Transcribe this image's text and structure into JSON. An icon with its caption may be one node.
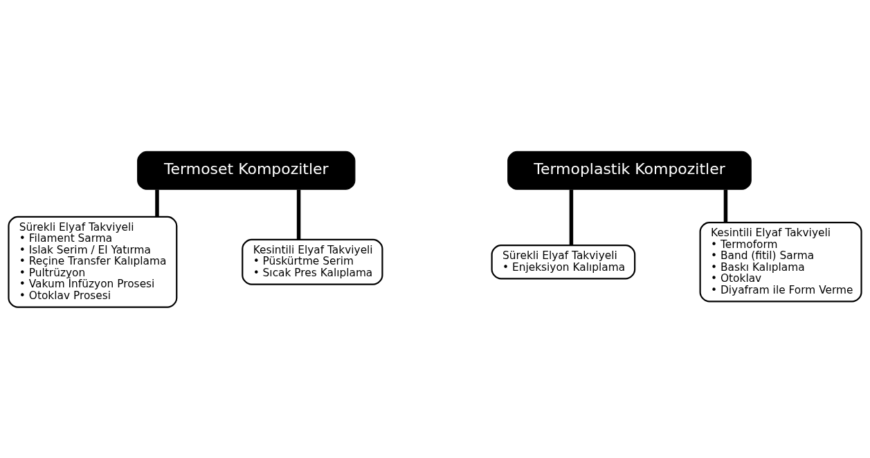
{
  "diagram": {
    "nodes": [
      {
        "text": [
          "Termoset Kompozitler"
        ]
      },
      {
        "text": [
          "Sürekli Elyaf Takviyeli",
          "• Filament Sarma",
          "• Islak Serim / El Yatırma",
          "• Reçine Transfer Kalıplama",
          "• Pultrüzyon",
          "• Vakum İnfüzyon Prosesi",
          "• Otoklav Prosesi"
        ]
      },
      {
        "text": [
          "Kesintili Elyaf Takviyeli",
          "• Püskürtme Serim",
          "• Sıcak Pres Kalıplama"
        ]
      },
      {
        "text": [
          "Termoplastik Kompozitler"
        ]
      },
      {
        "text": [
          "Sürekli Elyaf Takviyeli",
          "• Enjeksiyon Kalıplama"
        ]
      },
      {
        "text": [
          "Kesintili Elyaf Takviyeli",
          "• Termoform",
          "• Band (fitil) Sarma",
          "• Baskı Kalıplama",
          "• Otoklav",
          "• Diyafram ile Form Verme"
        ]
      }
    ],
    "edges": [
      {
        "from": 0,
        "to": 1,
        "arrow": "none"
      },
      {
        "from": 0,
        "to": 2,
        "arrow": "none"
      },
      {
        "from": 3,
        "to": 4,
        "arrow": "none"
      },
      {
        "from": 3,
        "to": 5,
        "arrow": "none"
      }
    ]
  }
}
